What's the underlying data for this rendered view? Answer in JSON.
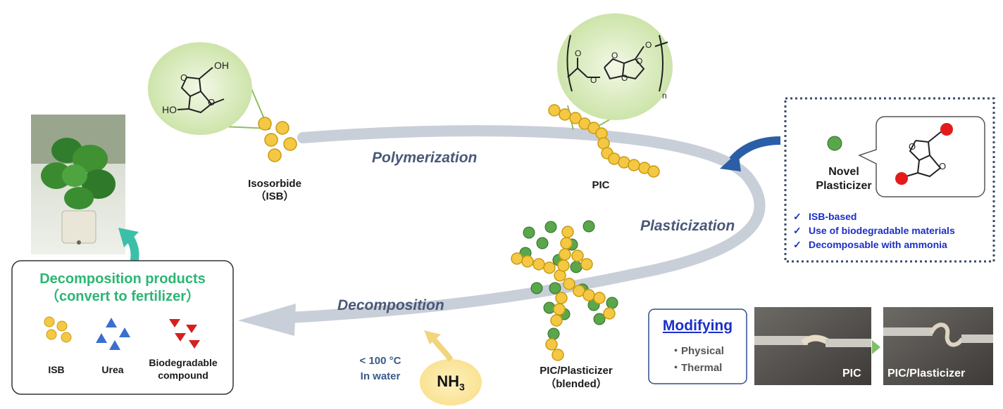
{
  "labels": {
    "isosorbide": "Isosorbide",
    "isb_paren": "（ISB）",
    "pic": "PIC",
    "polymerization": "Polymerization",
    "plasticization": "Plasticization",
    "decomposition": "Decomposition",
    "temp": "< 100 °C",
    "in_water": "In water",
    "nh3": "NH",
    "nh3_sub": "3",
    "blend_title": "PIC/Plasticizer",
    "blend_paren": "（blended）"
  },
  "molecules": {
    "oh_top": "OH",
    "ho_bottom": "HO",
    "o_ring_1": "O",
    "o_ring_2": "O",
    "pic_o_1": "O",
    "pic_o_2": "O",
    "pic_o_3": "O",
    "pic_o_4": "O",
    "pic_o_5": "O",
    "pic_o_6": "O",
    "pic_n": "n",
    "plast_o_1": "O",
    "plast_o_2": "O"
  },
  "products": {
    "title_line1": "Decomposition products",
    "title_line2": "（convert to fertilizer）",
    "items": [
      "ISB",
      "Urea",
      "Biodegradable",
      "compound"
    ]
  },
  "plasticizer": {
    "title_line1": "Novel",
    "title_line2": "Plasticizer",
    "features": [
      "ISB-based",
      "Use of biodegradable materials",
      "Decomposable with ammonia"
    ],
    "check": "✓"
  },
  "modifying": {
    "title": "Modifying",
    "items": [
      "・Physical",
      "・Thermal"
    ],
    "photo_labels": [
      "PIC",
      "PIC/Plasticizer"
    ]
  },
  "colors": {
    "bead": "#f4c842",
    "bead_stroke": "#c99a12",
    "green_dot": "#5aa64a",
    "cycle_arrow": "#c9cfd8",
    "teal_arrow": "#3cbfa9",
    "blue_arrow": "#2a5fa8",
    "products_green": "#2bb673",
    "feature_blue": "#1a2fc9",
    "urea_blue": "#3a6fd0",
    "biodeg_red": "#d42020"
  }
}
